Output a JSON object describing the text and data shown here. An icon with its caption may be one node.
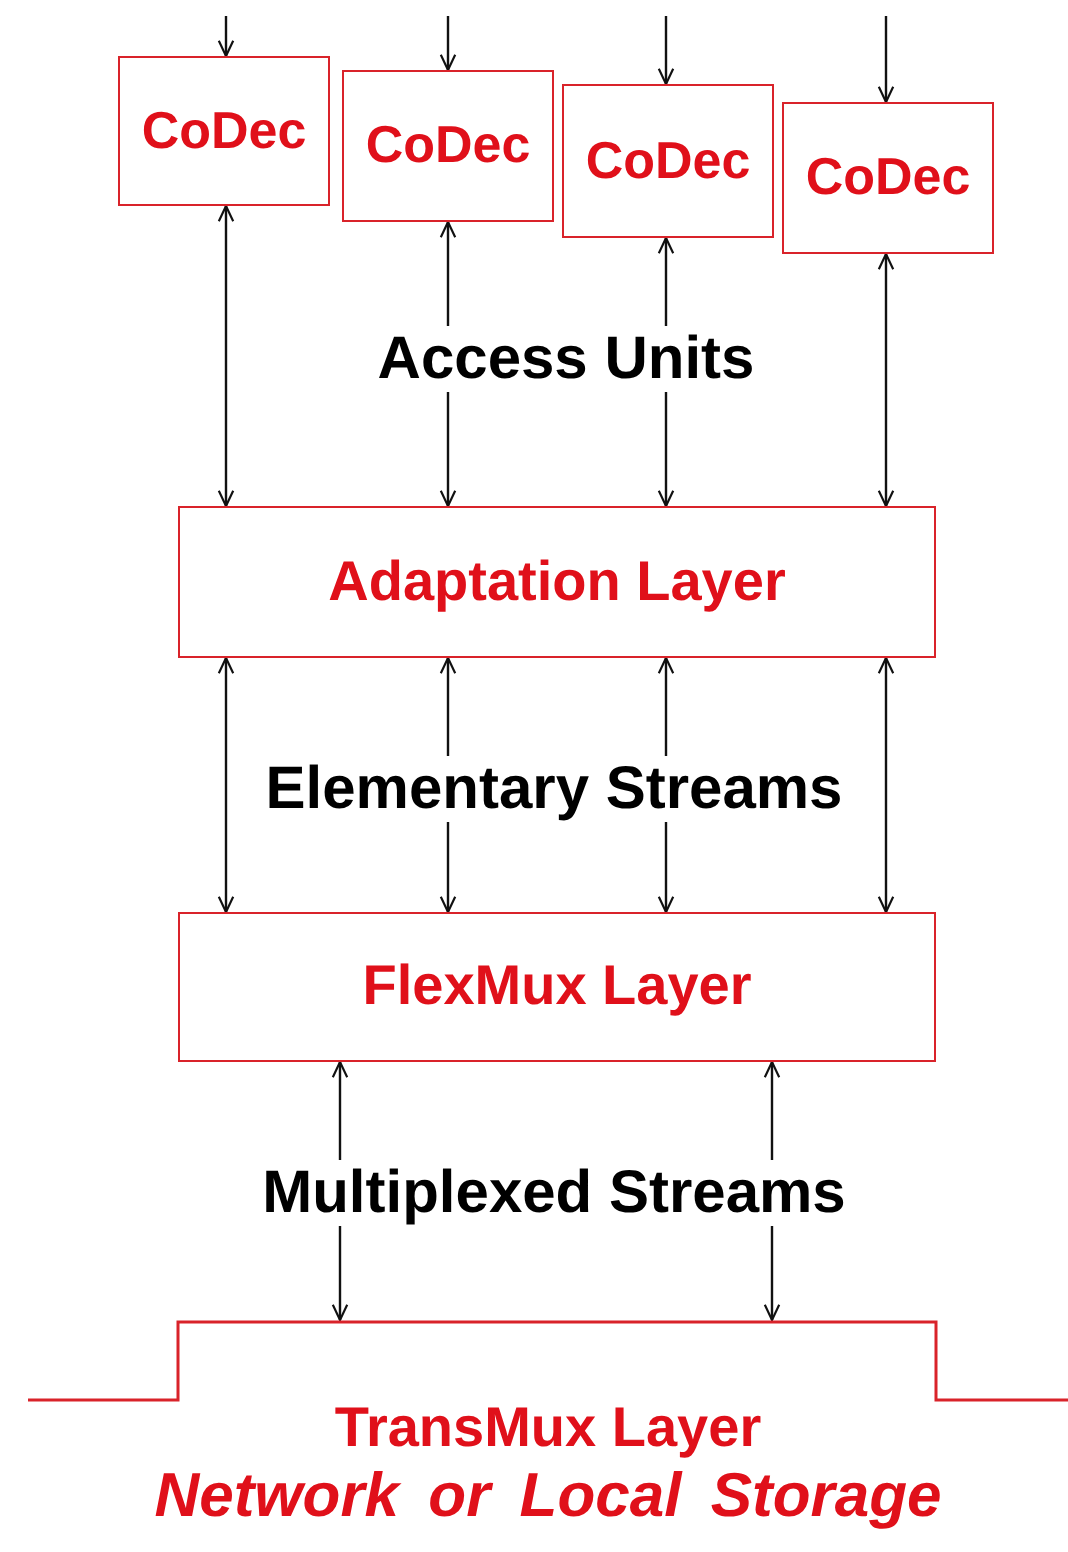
{
  "diagram": {
    "nodes": [
      {
        "text": [
          "CoDec"
        ]
      },
      {
        "text": [
          "CoDec"
        ]
      },
      {
        "text": [
          "CoDec"
        ]
      },
      {
        "text": [
          "CoDec"
        ]
      },
      {
        "text": [
          "Adaptation Layer"
        ]
      },
      {
        "text": [
          "FlexMux Layer"
        ]
      },
      {
        "text": [
          "TransMux Layer",
          "Network or Local Storage"
        ]
      }
    ],
    "edges": [
      {
        "from": null,
        "to": 0,
        "arrow": "to"
      },
      {
        "from": null,
        "to": 1,
        "arrow": "to"
      },
      {
        "from": null,
        "to": 2,
        "arrow": "to"
      },
      {
        "from": null,
        "to": 3,
        "arrow": "to"
      },
      {
        "from": 0,
        "to": 4,
        "arrow": "both"
      },
      {
        "from": 1,
        "to": 4,
        "arrow": "both"
      },
      {
        "from": 2,
        "to": 4,
        "arrow": "both"
      },
      {
        "from": 3,
        "to": 4,
        "arrow": "both"
      },
      {
        "from": 4,
        "to": 5,
        "arrow": "both"
      },
      {
        "from": 4,
        "to": 5,
        "arrow": "both"
      },
      {
        "from": 4,
        "to": 5,
        "arrow": "both"
      },
      {
        "from": 4,
        "to": 5,
        "arrow": "both"
      },
      {
        "from": 5,
        "to": 6,
        "arrow": "both"
      },
      {
        "from": 5,
        "to": 6,
        "arrow": "both"
      }
    ],
    "labels": [
      "Access Units",
      "Elementary Streams",
      "Multiplexed Streams"
    ]
  }
}
